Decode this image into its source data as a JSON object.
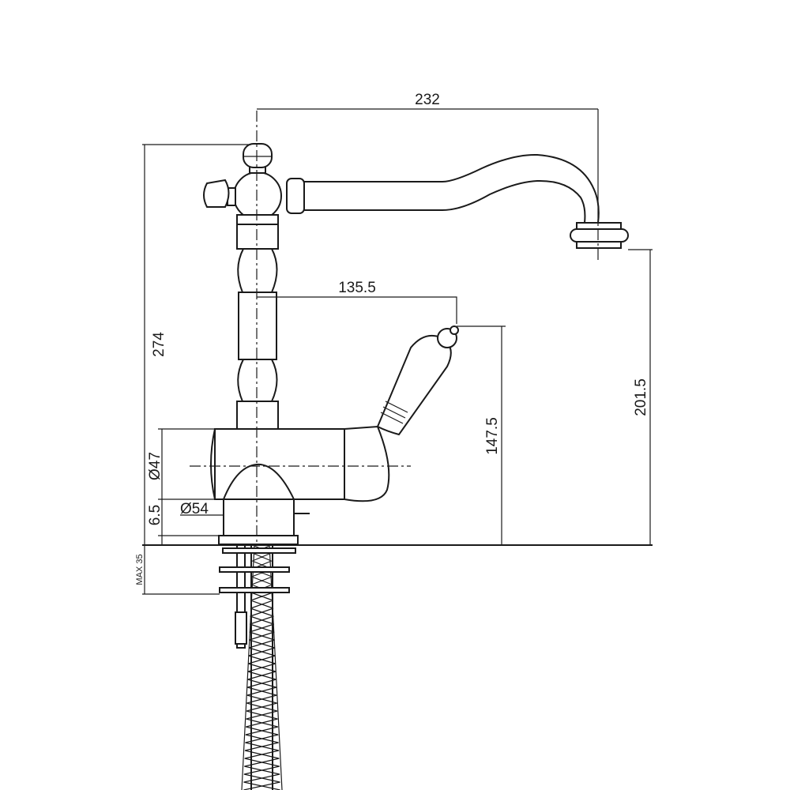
{
  "drawing": {
    "dimensions": {
      "spout_reach": "232",
      "total_height": "274",
      "handle_offset": "135.5",
      "handle_height": "147.5",
      "spout_height": "201.5",
      "body_diameter": "Ø47",
      "base_diameter": "Ø54",
      "base_height": "6.5",
      "max_deck_thickness": "MAX 35"
    },
    "line_color": "#1a1a1a",
    "background": "#ffffff"
  }
}
